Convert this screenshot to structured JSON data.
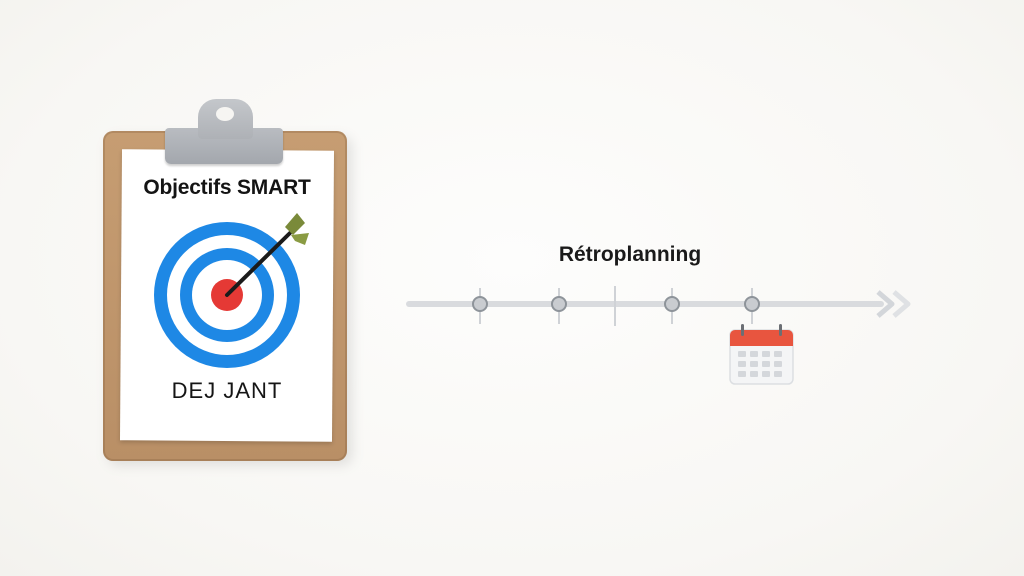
{
  "clipboard": {
    "title": "Objectifs SMART",
    "footer": "DEJ JANT",
    "icon": "target-arrow-icon"
  },
  "timeline": {
    "title": "Rétroplanning",
    "milestones": 4,
    "end_icon": "calendar-icon"
  },
  "colors": {
    "board": "#b98f66",
    "target_blue": "#1e88e5",
    "target_red": "#e53935",
    "arrow_fletch": "#7a8a3a",
    "timeline_line": "#d9dbde",
    "milestone": "#9aa0a6",
    "calendar_red": "#e8553f"
  }
}
